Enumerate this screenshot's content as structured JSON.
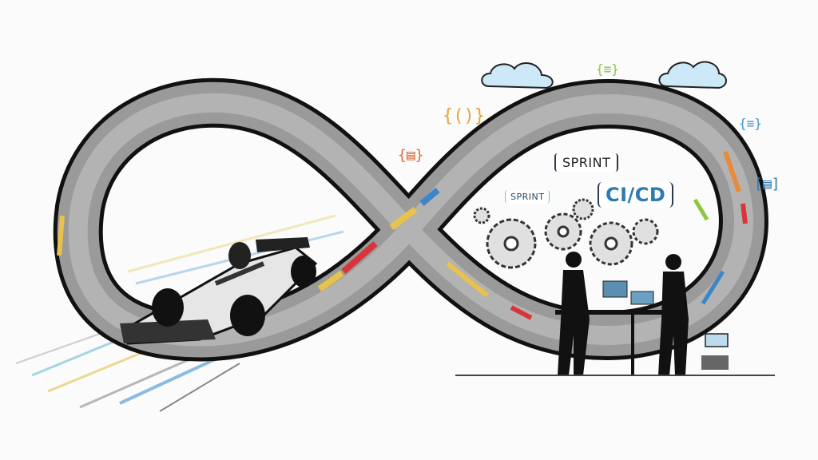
{
  "scene": {
    "description": "Pencil-sketch illustration of a race track shaped as an infinity loop with a Formula 1 car on the left and DevOps symbols on the right",
    "labels": {
      "sprint_large": "SPRINT",
      "sprint_small": "SPRINT",
      "cicd": "CI/CD"
    },
    "icons": [
      "cloud-icon",
      "cloud-icon",
      "curly-braces-icon",
      "document-icon",
      "gear-icon",
      "server-icon",
      "monitor-icon"
    ],
    "colors": {
      "background": "#fbfbfb",
      "track": "#8a8a8a",
      "track_edge": "#111111",
      "accent_yellow": "#e8c24a",
      "accent_red": "#d8353a",
      "accent_blue": "#3c86c8",
      "accent_orange": "#e88a3a",
      "accent_green": "#8cc63f",
      "cloud": "#bfe0f2",
      "text_blue": "#2e7bb0"
    }
  }
}
